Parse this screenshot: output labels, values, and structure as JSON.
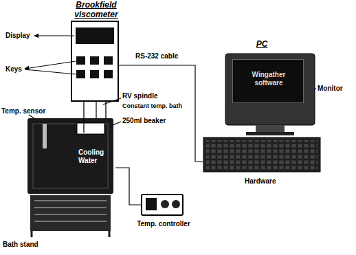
{
  "diagram": {
    "nodes": [
      {
        "text": [
          "Brookfield viscometer"
        ]
      },
      {
        "text": [
          "Cooling Water"
        ]
      },
      {
        "text": [
          "Temp. controller"
        ]
      },
      {
        "text": [
          "PC"
        ]
      },
      {
        "text": [
          "Wingather software"
        ],
        "in": 3
      }
    ],
    "edges": [
      {
        "from": 0,
        "to": 3,
        "label": "RS-232 cable",
        "arrow": "none"
      },
      {
        "from": 0,
        "to": 1,
        "arrow": "none"
      },
      {
        "from": 2,
        "to": 1,
        "arrow": "none"
      }
    ],
    "labels": [
      "Display",
      "Keys",
      "RV spindle",
      "Constant temp. bath",
      "250ml beaker",
      "Temp. sensor",
      "Bath stand",
      "Monitor",
      "Hardware"
    ]
  }
}
